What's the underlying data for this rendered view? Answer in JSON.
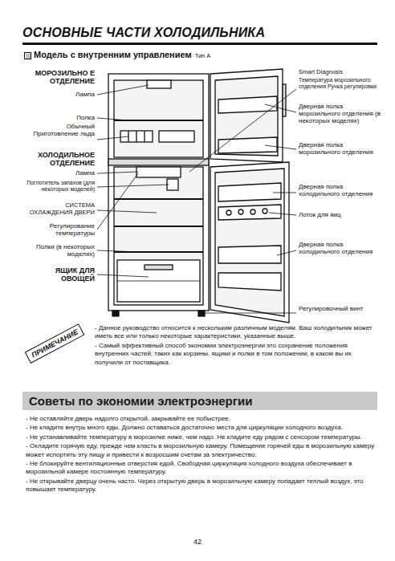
{
  "diagram": {
    "title": "ОСНОВНЫЕ ЧАСТИ ХОЛОДИЛЬНИКА",
    "nodes": [
      {
        "text": [
          "ПРИМЕЧАНИЕ"
        ]
      },
      {
        "text": [
          "Советы по экономии электроэнергии"
        ]
      }
    ],
    "labels": [
      "Модель с внутренним управлением",
      "Тип А",
      "МОРОЗИЛЬНО Е ОТДЕЛЕНИЕ",
      "Лампа",
      "Полка",
      "Обычный Приготовление льда",
      "ХОЛОДИЛЬНОЕ ОТДЕЛЕНИЕ",
      "Лампа",
      "Поглотитель запахов (для некоторых моделей)",
      "СИСТЕМА ОХЛАЖДЕНИЯ ДВЕРИ",
      "Регулирование температуры",
      "Полки (в некоторых моделях)",
      "ЯЩИК ДЛЯ ОВОЩЕЙ",
      "Smart Diagnosis",
      "Температура морозильного отделения Ручка регулировки",
      "Дверная полка морозильного отделения (в некоторых моделях)",
      "Дверная полка морозильного отделения",
      "Дверная полка холодильного отделения",
      "Лоток для яиц",
      "Дверная полка холодильного отделения",
      "Регулировочный винт",
      "- Данное руководство относится к нескольким различным моделям. Ваш холодильник может иметь все или только некоторые характеристики, указанные выше.",
      "- Самый эффективный способ экономии электроэнергии это сохранение положения внутренних частей, таких как корзины, ящики и полки в том положении, в каком вы их получили от поставщика.",
      "- Не оставляйте дверь надолго открытой, закрывайте ее побыстрее.",
      "- Не кладите внутрь много еды. Должно оставаться достаточно места для циркуляции холодного воздуха.",
      "- Не устанавливайте температуру в морозилке ниже, чем надо. Не кладите еду рядом с сенсором температуры.",
      "- Охладите горячую еду, прежде чем класть в морозильную камеру. Помещение горячей еды в морозильную камеру может испортить эту пищу и привести к возросшим счетам за электричество.",
      "- Не блокируйте вентиляционные отверстия едой. Свободная циркуляция холодного воздуха обеспечивает в морозильной камере постоянную температуру.",
      "- Не открывайте дверцу очень часто. Через открытую дверь в морозильную камеру попадает теплый воздух, это повышает температуру.",
      "42"
    ]
  }
}
